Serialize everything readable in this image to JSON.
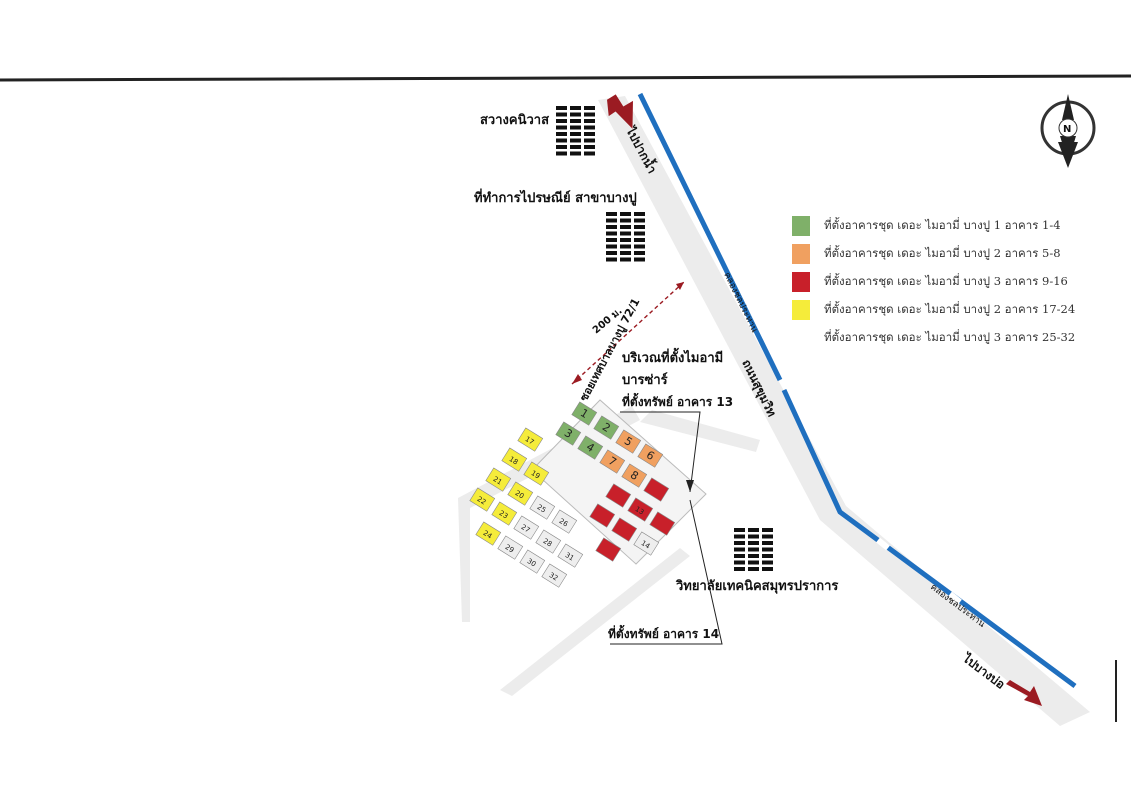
{
  "map": {
    "landmarks": {
      "sawang_kaniwat": "สวางคนิวาส",
      "post_office": "ที่ทำการไปรษณีย์ สาขาบางปู",
      "technical_college": "วิทยาลัยเทคนิคสมุทรปราการ",
      "mai_ami_area_line1": "บริเวณที่ตั้งไมอามี",
      "mai_ami_area_line2": "บารซ่าร์",
      "asset_building_13": "ที่ตั้งทรัพย์ อาคาร 13",
      "asset_building_14": "ที่ตั้งทรัพย์ อาคาร 14"
    },
    "roads": {
      "to_pak_nam": "ไปปากน้ำ",
      "to_bang_bo": "ไปบางบ่อ",
      "sukhumvit": "ถนนสุขุมวิท",
      "soi": "ซอยเทศบาลบางปู 72/1",
      "canal_north": "คลองชลประทาน",
      "canal_south": "คลองชลประทาน"
    },
    "distance_label": "200 ม.",
    "compass_label": "N",
    "colors": {
      "phase1_green": "#7fb069",
      "phase2_orange": "#f0a060",
      "phase3_red": "#c8202a",
      "phase2b_yellow": "#f5ec3a",
      "phase3b_white": "#eeeeee",
      "canal_blue": "#1f6fbf",
      "arrow_red": "#9b1b22"
    },
    "buildings": [
      {
        "num": "1",
        "group": "phase1_green"
      },
      {
        "num": "2",
        "group": "phase1_green"
      },
      {
        "num": "3",
        "group": "phase1_green"
      },
      {
        "num": "4",
        "group": "phase1_green"
      },
      {
        "num": "5",
        "group": "phase2_orange"
      },
      {
        "num": "6",
        "group": "phase2_orange"
      },
      {
        "num": "7",
        "group": "phase2_orange"
      },
      {
        "num": "8",
        "group": "phase2_orange"
      },
      {
        "num": "13",
        "group": "phase3_red"
      },
      {
        "num": "14",
        "group": "phase3b_white"
      },
      {
        "num": "17",
        "group": "phase2b_yellow"
      },
      {
        "num": "18",
        "group": "phase2b_yellow"
      },
      {
        "num": "19",
        "group": "phase2b_yellow"
      },
      {
        "num": "20",
        "group": "phase2b_yellow"
      },
      {
        "num": "21",
        "group": "phase2b_yellow"
      },
      {
        "num": "22",
        "group": "phase2b_yellow"
      },
      {
        "num": "23",
        "group": "phase2b_yellow"
      },
      {
        "num": "24",
        "group": "phase2b_yellow"
      },
      {
        "num": "25",
        "group": "phase3b_white"
      },
      {
        "num": "26",
        "group": "phase3b_white"
      },
      {
        "num": "27",
        "group": "phase3b_white"
      },
      {
        "num": "28",
        "group": "phase3b_white"
      },
      {
        "num": "29",
        "group": "phase3b_white"
      },
      {
        "num": "30",
        "group": "phase3b_white"
      },
      {
        "num": "31",
        "group": "phase3b_white"
      },
      {
        "num": "32",
        "group": "phase3b_white"
      },
      {
        "num": "",
        "group": "phase3_red"
      },
      {
        "num": "",
        "group": "phase3_red"
      },
      {
        "num": "",
        "group": "phase3_red"
      },
      {
        "num": "",
        "group": "phase3_red"
      },
      {
        "num": "",
        "group": "phase3_red"
      },
      {
        "num": "",
        "group": "phase3_red"
      }
    ]
  },
  "legend": [
    {
      "text": "ที่ตั้งอาคารชุด เดอะ ไมอามี่ บางปู 1 อาคาร 1-4",
      "color": "#7fb069"
    },
    {
      "text": "ที่ตั้งอาคารชุด เดอะ ไมอามี่ บางปู 2 อาคาร 5-8",
      "color": "#f0a060"
    },
    {
      "text": "ที่ตั้งอาคารชุด เดอะ ไมอามี่ บางปู 3 อาคาร 9-16",
      "color": "#c8202a"
    },
    {
      "text": "ที่ตั้งอาคารชุด เดอะ ไมอามี่ บางปู 2 อาคาร 17-24",
      "color": "#f5ec3a"
    },
    {
      "text": "ที่ตั้งอาคารชุด เดอะ ไมอามี่ บางปู 3 อาคาร 25-32",
      "color": ""
    }
  ]
}
